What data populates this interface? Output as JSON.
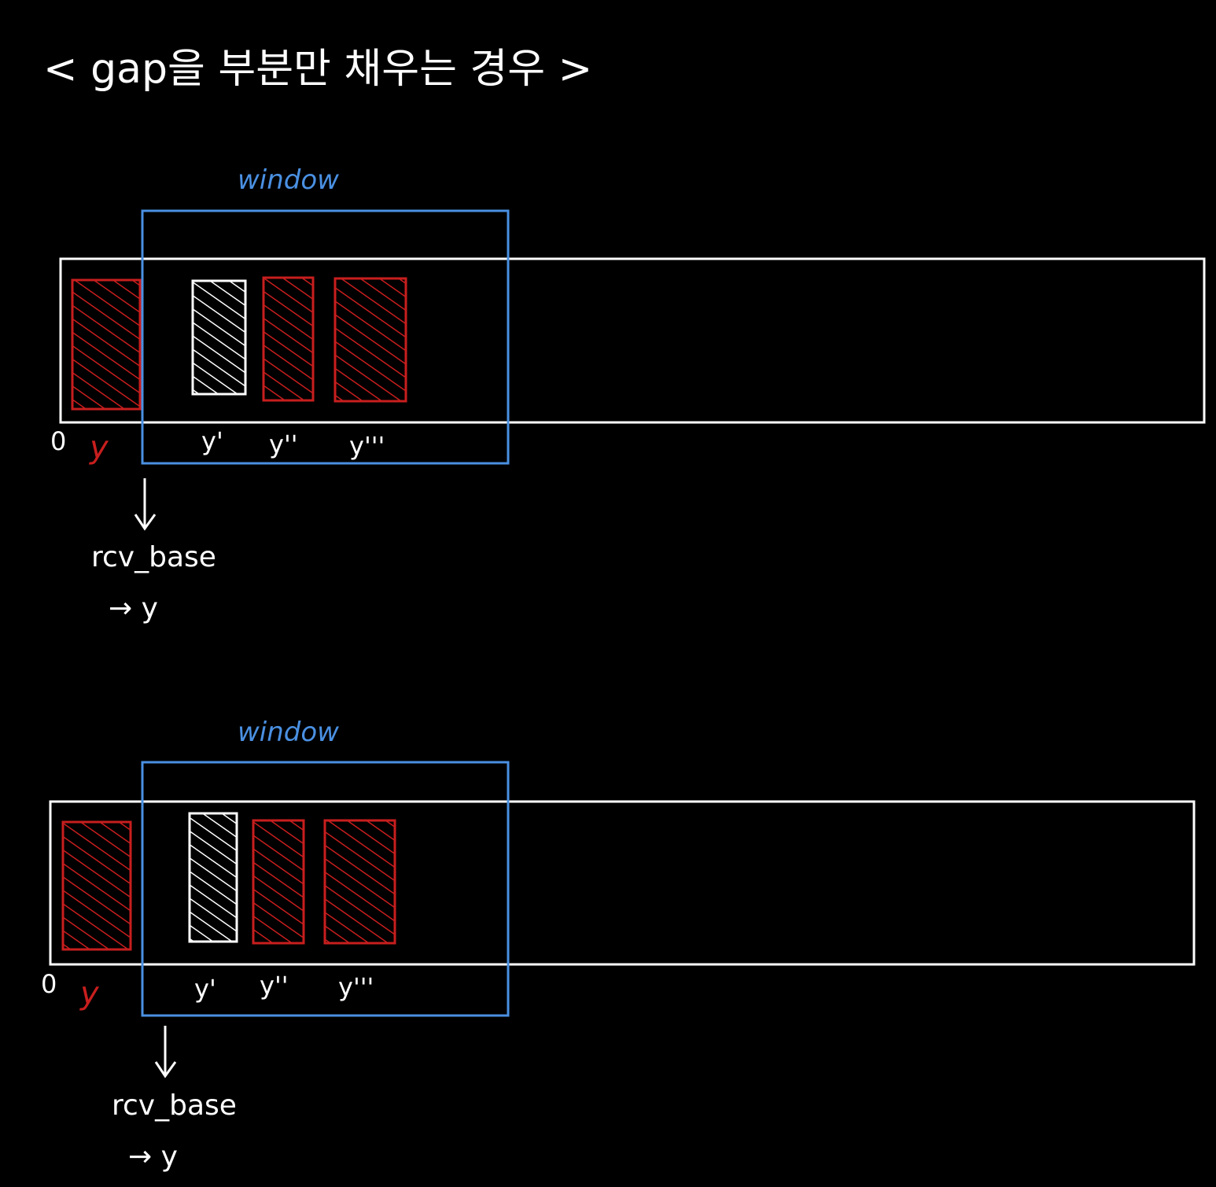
{
  "title": "< gap을 부분만  채우는 경우 >",
  "colors": {
    "background": "#000000",
    "window": "#4a90e2",
    "received": "#c81e1e",
    "pending": "#ffffff"
  },
  "panels": [
    {
      "window_label": "window",
      "origin_label": "0",
      "base_label": "y",
      "segment_labels": [
        "y'",
        "y''",
        "y'''"
      ],
      "rcv_label": "rcv_base",
      "rcv_value": "→ y"
    },
    {
      "window_label": "window",
      "origin_label": "0",
      "base_label": "y",
      "segment_labels": [
        "y'",
        "y''",
        "y'''"
      ],
      "rcv_label": "rcv_base",
      "rcv_value": "→ y"
    }
  ]
}
